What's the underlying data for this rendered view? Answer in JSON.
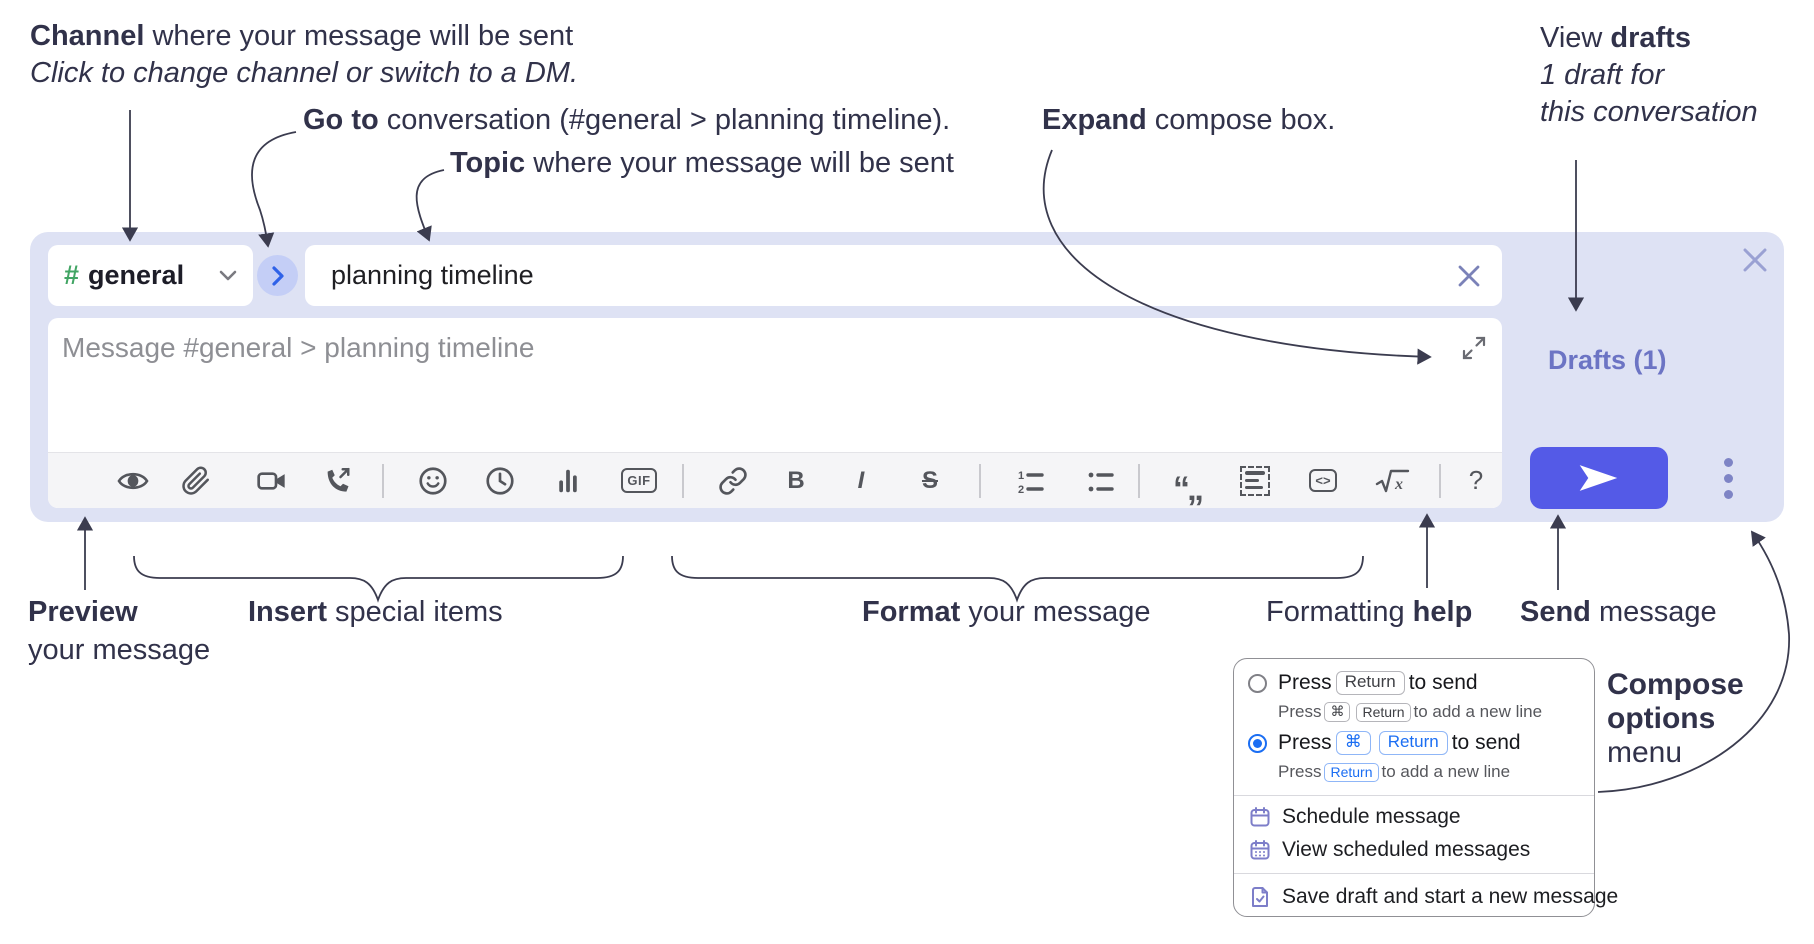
{
  "annotations": {
    "channel": {
      "bold": "Channel",
      "rest": " where your message will be sent",
      "line2": "Click to change channel or switch to a DM."
    },
    "goto": {
      "bold": "Go to",
      "rest": " conversation (#general > planning timeline)."
    },
    "topic": {
      "bold": "Topic",
      "rest": " where your message will be sent"
    },
    "expand": {
      "bold": "Expand",
      "rest": " compose box."
    },
    "view_drafts": {
      "pre": "View ",
      "bold": "drafts",
      "line2": "1 draft for",
      "line3": "this conversation"
    },
    "preview": {
      "bold": "Preview",
      "line2": "your message"
    },
    "insert": {
      "bold": "Insert",
      "rest": " special items"
    },
    "format": {
      "bold": "Format",
      "rest": " your message"
    },
    "formatting_help": {
      "pre": "Formatting ",
      "bold": "help"
    },
    "send": {
      "bold": "Send",
      "rest": " message"
    },
    "compose_options": {
      "line1": "Compose",
      "line2": "options",
      "line3": "menu"
    }
  },
  "composer": {
    "channel": {
      "hash": "#",
      "name": "general"
    },
    "topic_value": "planning timeline",
    "message_placeholder": "Message #general > planning timeline",
    "drafts_link": "Drafts (1)",
    "toolbar": {
      "gif": "GIF",
      "bold": "B",
      "italic": "I",
      "strike": "S",
      "quote": "“„",
      "code": "<>",
      "formula": "x",
      "help": "?"
    }
  },
  "popup": {
    "option1": {
      "main_pre": "Press",
      "main_key": "Return",
      "main_post": "to send",
      "sub_pre": "Press",
      "sub_key1": "⌘",
      "sub_key2": "Return",
      "sub_post": "to add a new line"
    },
    "option2": {
      "main_pre": "Press",
      "main_key1": "⌘",
      "main_key2": "Return",
      "main_post": "to send",
      "sub_pre": "Press",
      "sub_key": "Return",
      "sub_post": "to add a new line"
    },
    "items": [
      {
        "label": "Schedule message"
      },
      {
        "label": "View scheduled messages"
      },
      {
        "label": "Save draft and start a new message"
      }
    ]
  },
  "colors": {
    "container_bg": "#dee2f4",
    "send_button": "#545ae7",
    "drafts_link": "#6c74c4",
    "radio_selected": "#1b6ef3",
    "menu_icon_purple": "#7d7ec9",
    "channel_hash_green": "#42a564"
  }
}
